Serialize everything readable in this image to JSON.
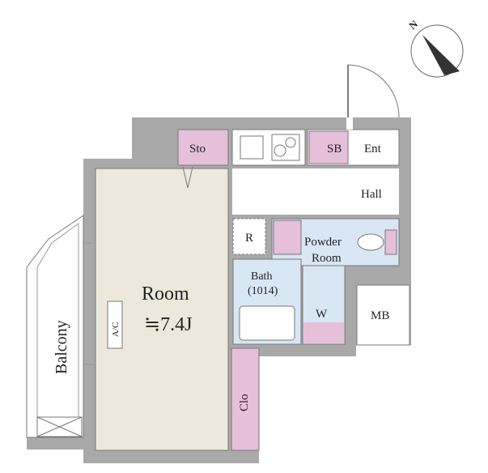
{
  "compass": {
    "label": "N",
    "icon": "north-arrow-icon"
  },
  "rooms": {
    "room": {
      "label": "Room",
      "size": "≒7.4J"
    },
    "storage": "Sto",
    "shoe_box": "SB",
    "entrance": "Ent",
    "hall": "Hall",
    "refrigerator": "R",
    "powder_room_line1": "Powder",
    "powder_room_line2": "Room",
    "bath_line1": "Bath",
    "bath_line2": "(1014)",
    "washer": "W",
    "meter_box": "MB",
    "closet": "Clo",
    "balcony": "Balcony",
    "air_conditioner": "A/C"
  },
  "colors": {
    "wall": "#a9a9a9",
    "room_floor": "#ece9dc",
    "storage_pink": "#e6bfd9",
    "wet_area_blue": "#d9e7f5",
    "line": "#555555"
  }
}
